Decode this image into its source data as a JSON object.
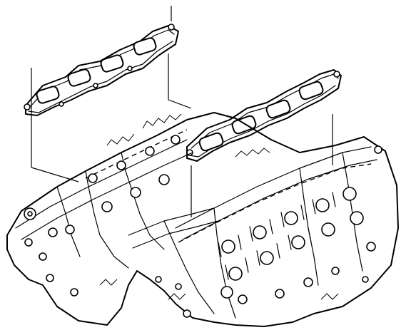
{
  "diagram": {
    "parts": [
      {
        "id": "upper-gasket",
        "name": "intake-gasket-left-bank"
      },
      {
        "id": "lower-gasket",
        "name": "intake-gasket-right-bank"
      },
      {
        "id": "block",
        "name": "engine-block"
      }
    ],
    "colors": {
      "ink": "#000000",
      "paper": "#ffffff"
    }
  }
}
